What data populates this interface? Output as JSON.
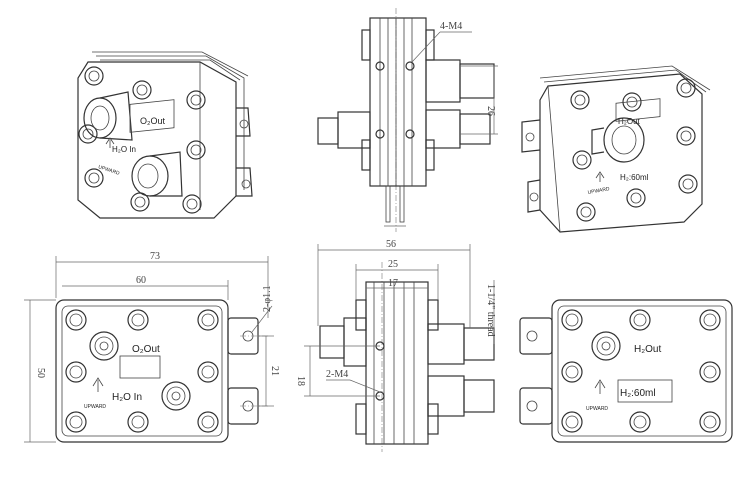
{
  "views": {
    "iso_left": {
      "o2_out": "O₂Out",
      "h2o_in": "H₂O In",
      "upward": "UPWARD"
    },
    "iso_right": {
      "h2_out": "H₂Out",
      "h2_volume": "H₂:60ml",
      "upward": "UPWARD"
    },
    "side_top": {
      "hole_note": "4-M4",
      "dim_26": "26"
    },
    "front_left": {
      "o2_out": "O₂Out",
      "h2o_in": "H₂O In",
      "upward": "UPWARD",
      "dim_73": "73",
      "dim_60": "60",
      "dim_50": "50",
      "dim_21": "21",
      "hole_note": "2-φ1.1"
    },
    "side_bottom": {
      "dim_56": "56",
      "dim_25": "25",
      "dim_17": "17",
      "dim_18": "18",
      "hole_note": "2-M4",
      "thread_note": "1-1/4\" thread"
    },
    "front_right": {
      "h2_out": "H₂Out",
      "h2_volume": "H₂:60ml",
      "upward": "UPWARD"
    }
  },
  "colors": {
    "line": "#333333",
    "dim": "#666666",
    "background": "#ffffff"
  }
}
